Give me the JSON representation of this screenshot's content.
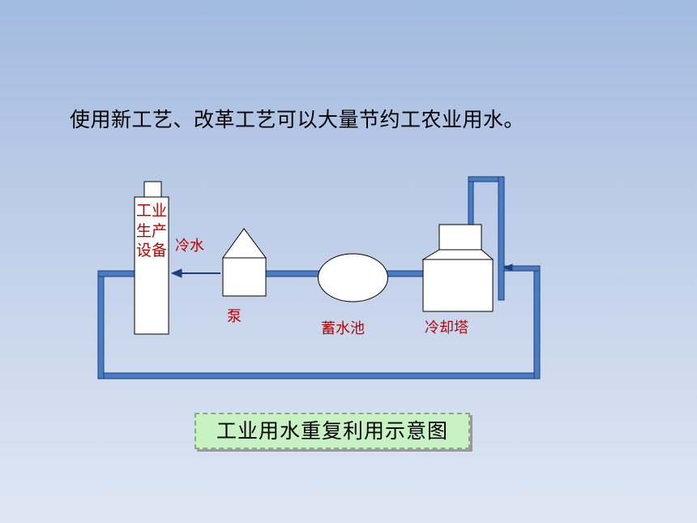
{
  "heading": "使用新工艺、改革工艺可以大量节约工农业用水。",
  "labels": {
    "equipment": "工业生产设备",
    "cold_water": "冷水",
    "pump": "泵",
    "reservoir": "蓄水池",
    "cooling_tower": "冷却塔"
  },
  "caption": "工业用水重复利用示意图",
  "colors": {
    "label": "#c00000",
    "pipe_fill": "#4a7cc2",
    "pipe_stroke": "#1d3f78",
    "caption_bg": "#c9f2c3"
  }
}
